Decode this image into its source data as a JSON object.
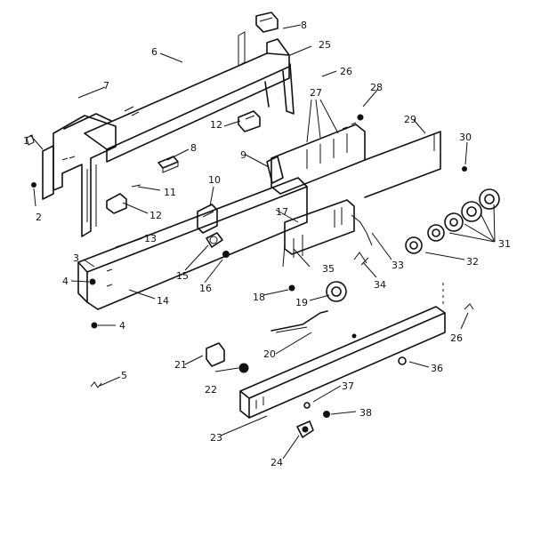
{
  "labels": [
    "1",
    "2",
    "3",
    "4",
    "4",
    "5",
    "6",
    "7",
    "8",
    "8",
    "9",
    "10",
    "11",
    "12",
    "12",
    "13",
    "14",
    "15",
    "16",
    "17",
    "18",
    "19",
    "20",
    "21",
    "22",
    "23",
    "24",
    "25",
    "26",
    "26",
    "27",
    "28",
    "29",
    "30",
    "31",
    "32",
    "33",
    "34",
    "35",
    "36",
    "37",
    "38"
  ]
}
